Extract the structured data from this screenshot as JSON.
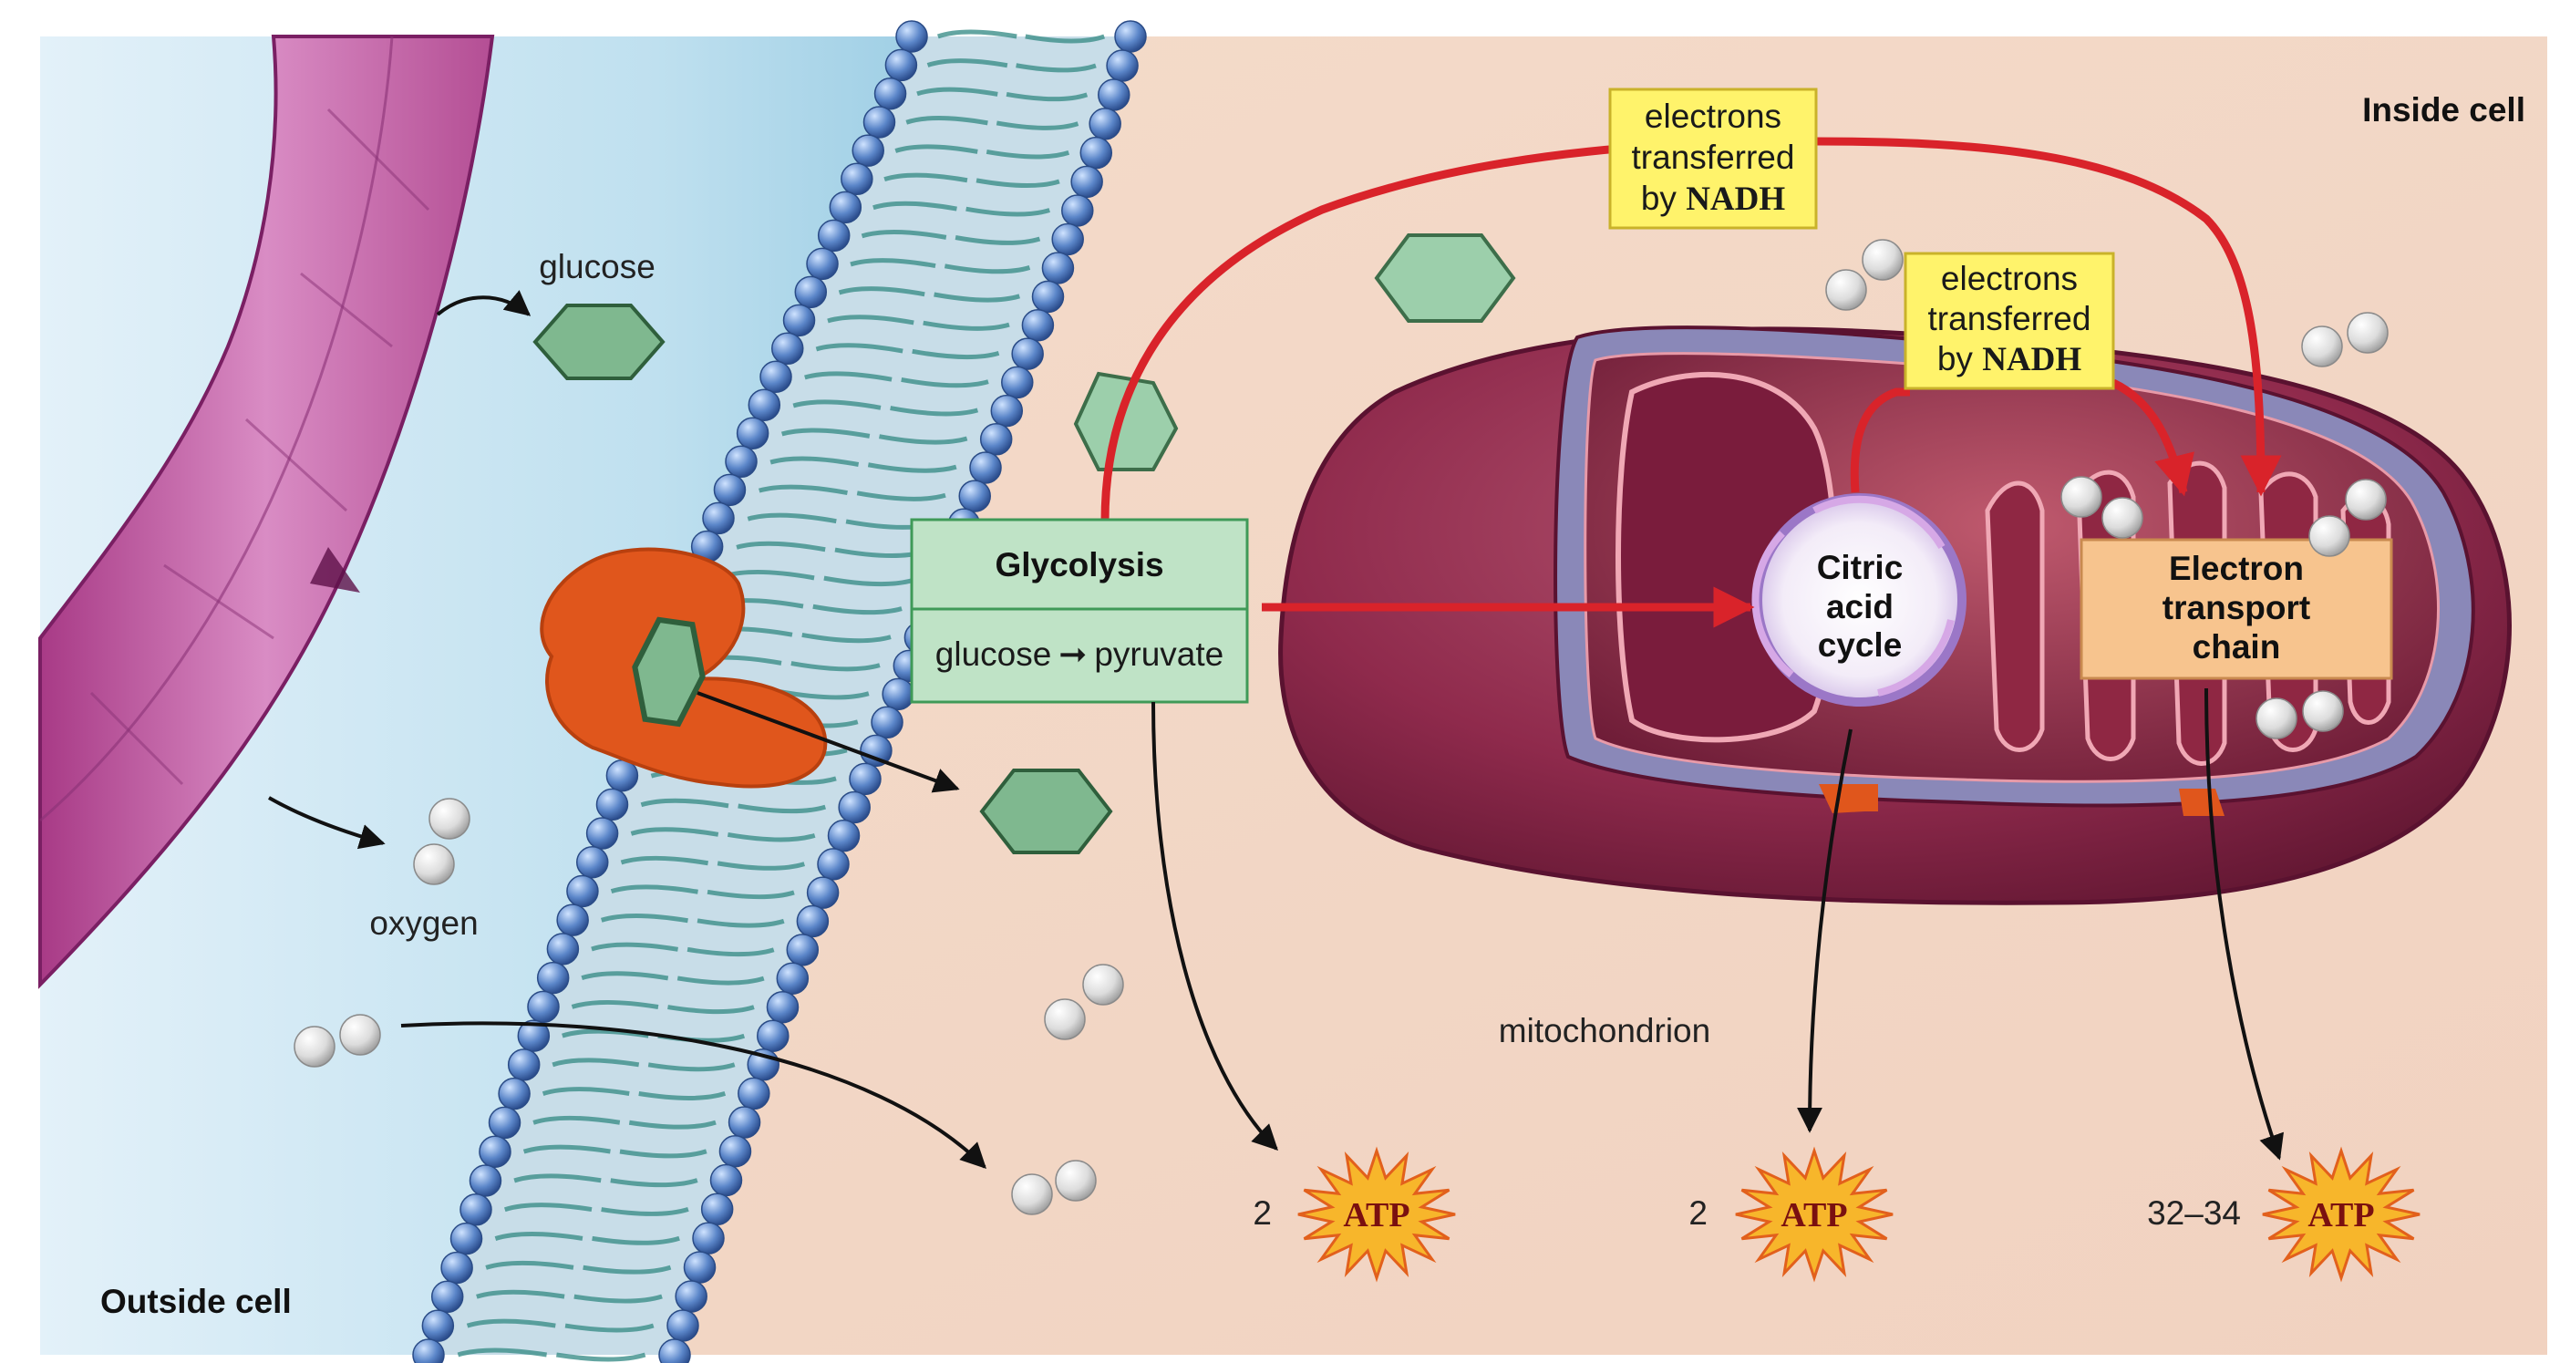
{
  "labels": {
    "inside_cell": "Inside cell",
    "outside_cell": "Outside cell",
    "glucose": "glucose",
    "oxygen": "oxygen",
    "mitochondrion": "mitochondrion"
  },
  "glycolysis": {
    "title": "Glycolysis",
    "reaction_from": "glucose",
    "reaction_arrow": "➞",
    "reaction_to": "pyruvate"
  },
  "citric_acid_cycle": {
    "line1": "Citric",
    "line2": "acid",
    "line3": "cycle"
  },
  "electron_transport_chain": {
    "line1": "Electron",
    "line2": "transport",
    "line3": "chain"
  },
  "nadh_box_top": {
    "line1": "electrons",
    "line2": "transferred",
    "line3_prefix": "by ",
    "line3_bold": "NADH"
  },
  "nadh_box_mid": {
    "line1": "electrons",
    "line2": "transferred",
    "line3_prefix": "by ",
    "line3_bold": "NADH"
  },
  "atp_yields": [
    {
      "count": "2",
      "label": "ATP"
    },
    {
      "count": "2",
      "label": "ATP"
    },
    {
      "count": "32–34",
      "label": "ATP"
    }
  ],
  "colors": {
    "arrow_red": "#d9232a",
    "glucose_green": "#7fb88f",
    "glycolysis_box": "#bfe3c6",
    "nadh_box": "#fff36b",
    "etc_box": "#f7c48e",
    "atp_star": "#f7b62b",
    "mitochondrion": "#8f2a4c",
    "transporter": "#e0561c"
  }
}
